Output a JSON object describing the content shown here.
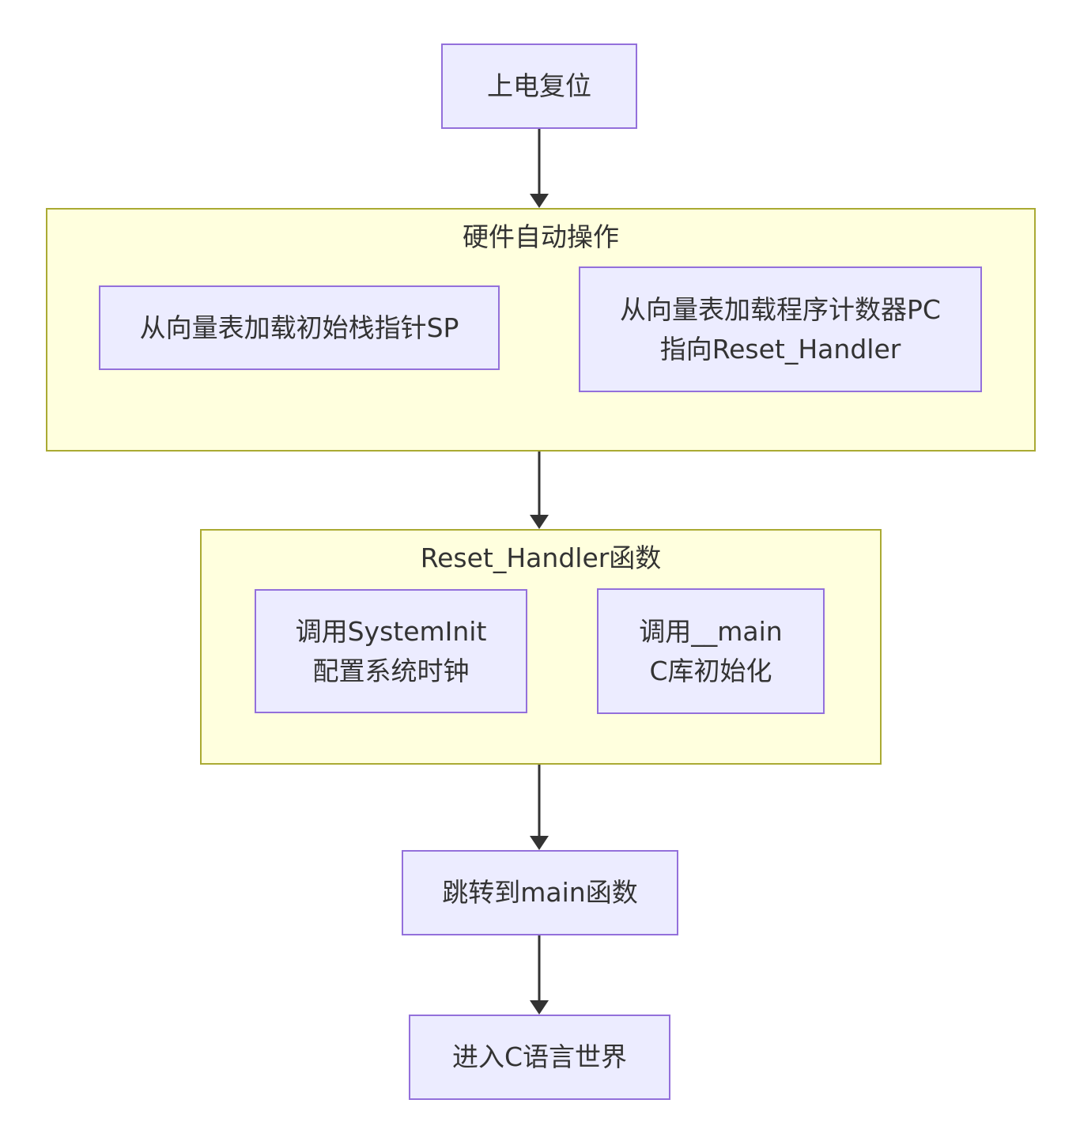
{
  "diagram": {
    "type": "flowchart",
    "direction": "top-down",
    "nodes": {
      "power_reset": {
        "label": "上电复位"
      },
      "load_sp": {
        "label": "从向量表加载初始栈指针SP"
      },
      "load_pc": {
        "line1": "从向量表加载程序计数器PC",
        "line2": "指向Reset_Handler"
      },
      "system_init": {
        "line1": "调用SystemInit",
        "line2": "配置系统时钟"
      },
      "call_main": {
        "line1": "调用__main",
        "line2": "C库初始化"
      },
      "jump_main": {
        "label": "跳转到main函数"
      },
      "c_world": {
        "label": "进入C语言世界"
      }
    },
    "containers": {
      "hardware": {
        "title": "硬件自动操作",
        "children": [
          "load_sp",
          "load_pc"
        ]
      },
      "reset_handler": {
        "title": "Reset_Handler函数",
        "children": [
          "system_init",
          "call_main"
        ]
      }
    },
    "edges": [
      {
        "from": "power_reset",
        "to": "hardware"
      },
      {
        "from": "hardware",
        "to": "reset_handler"
      },
      {
        "from": "reset_handler",
        "to": "jump_main"
      },
      {
        "from": "jump_main",
        "to": "c_world"
      }
    ]
  },
  "colors": {
    "node_fill": "#ECECFF",
    "node_border": "#9370DB",
    "container_fill": "#FFFFDE",
    "container_border": "#AAAA33",
    "text": "#333333",
    "arrow": "#333333",
    "background": "#FFFFFF"
  }
}
